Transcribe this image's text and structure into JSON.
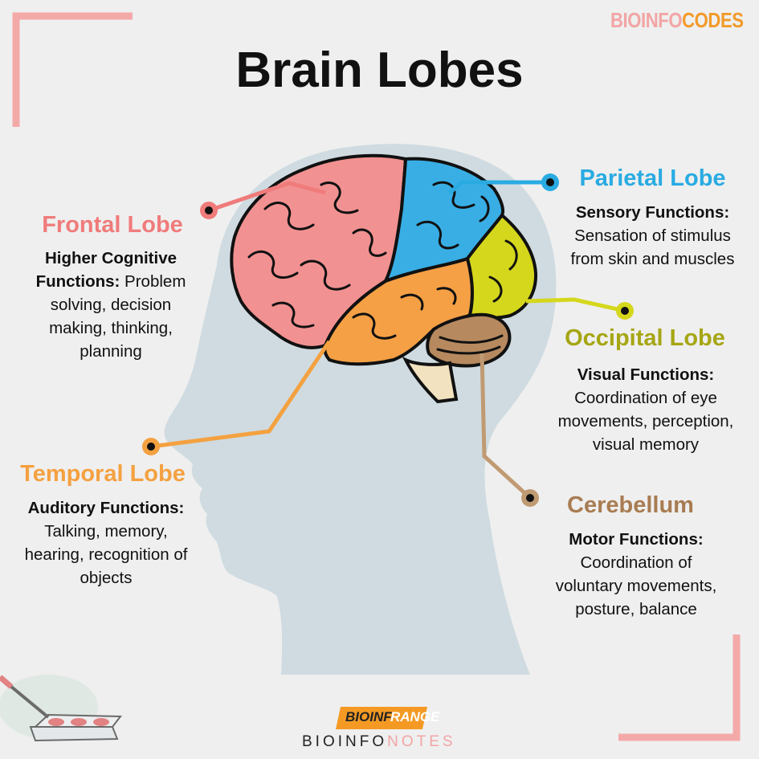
{
  "title": "Brain Lobes",
  "brand": {
    "part1": "BIOINFO",
    "part2": "CODES"
  },
  "lobes": {
    "frontal": {
      "name": "Frontal Lobe",
      "color": "#f07b7b",
      "heading1": "Higher Cognitive",
      "heading2": "Functions:",
      "text1": " Problem",
      "text2": "solving, decision",
      "text3": "making, thinking,",
      "text4": "planning"
    },
    "parietal": {
      "name": "Parietal Lobe",
      "color": "#29abe2",
      "heading": "Sensory Functions:",
      "text1": "Sensation of stimulus",
      "text2": "from skin and muscles"
    },
    "occipital": {
      "name": "Occipital Lobe",
      "color": "#a6a614",
      "heading": "Visual Functions:",
      "text1": "Coordination of eye",
      "text2": "movements, perception,",
      "text3": "visual memory"
    },
    "temporal": {
      "name": "Temporal Lobe",
      "color": "#f4a140",
      "heading": "Auditory Functions:",
      "text1": "Talking, memory,",
      "text2": "hearing, recognition of",
      "text3": "objects"
    },
    "cerebellum": {
      "name": "Cerebellum",
      "color": "#a87c52",
      "heading": "Motor Functions:",
      "text1": "Coordination of",
      "text2": "voluntary movements,",
      "text3": "posture, balance"
    }
  },
  "footer": {
    "logo_part1": "BIOINF",
    "logo_part2": "RANGE",
    "notes_part1": "BIOINFO",
    "notes_part2": "NOTES"
  }
}
